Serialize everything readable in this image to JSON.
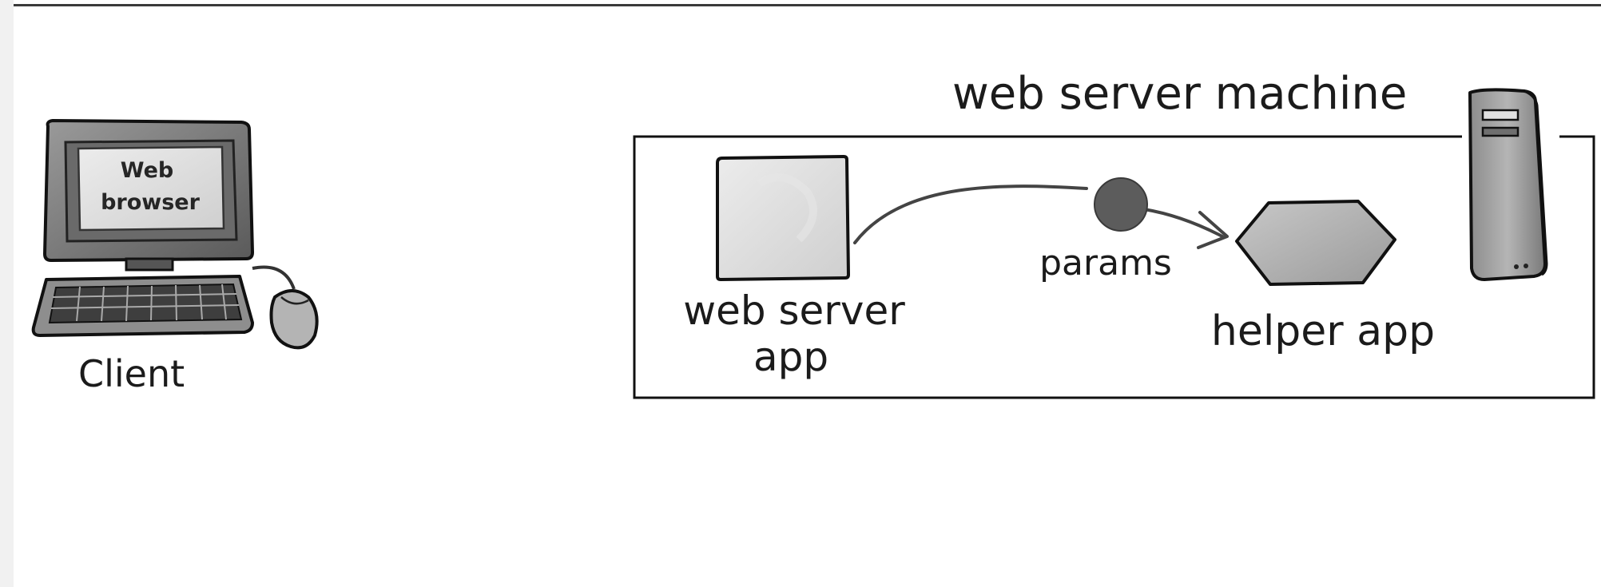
{
  "diagram": {
    "client": {
      "screen_text_line1": "Web",
      "screen_text_line2": "browser",
      "label": "Client"
    },
    "server_machine": {
      "title": "web server machine"
    },
    "web_server_app": {
      "label_line1": "web server",
      "label_line2": "app"
    },
    "connector": {
      "label": "params"
    },
    "helper_app": {
      "label": "helper app"
    }
  }
}
